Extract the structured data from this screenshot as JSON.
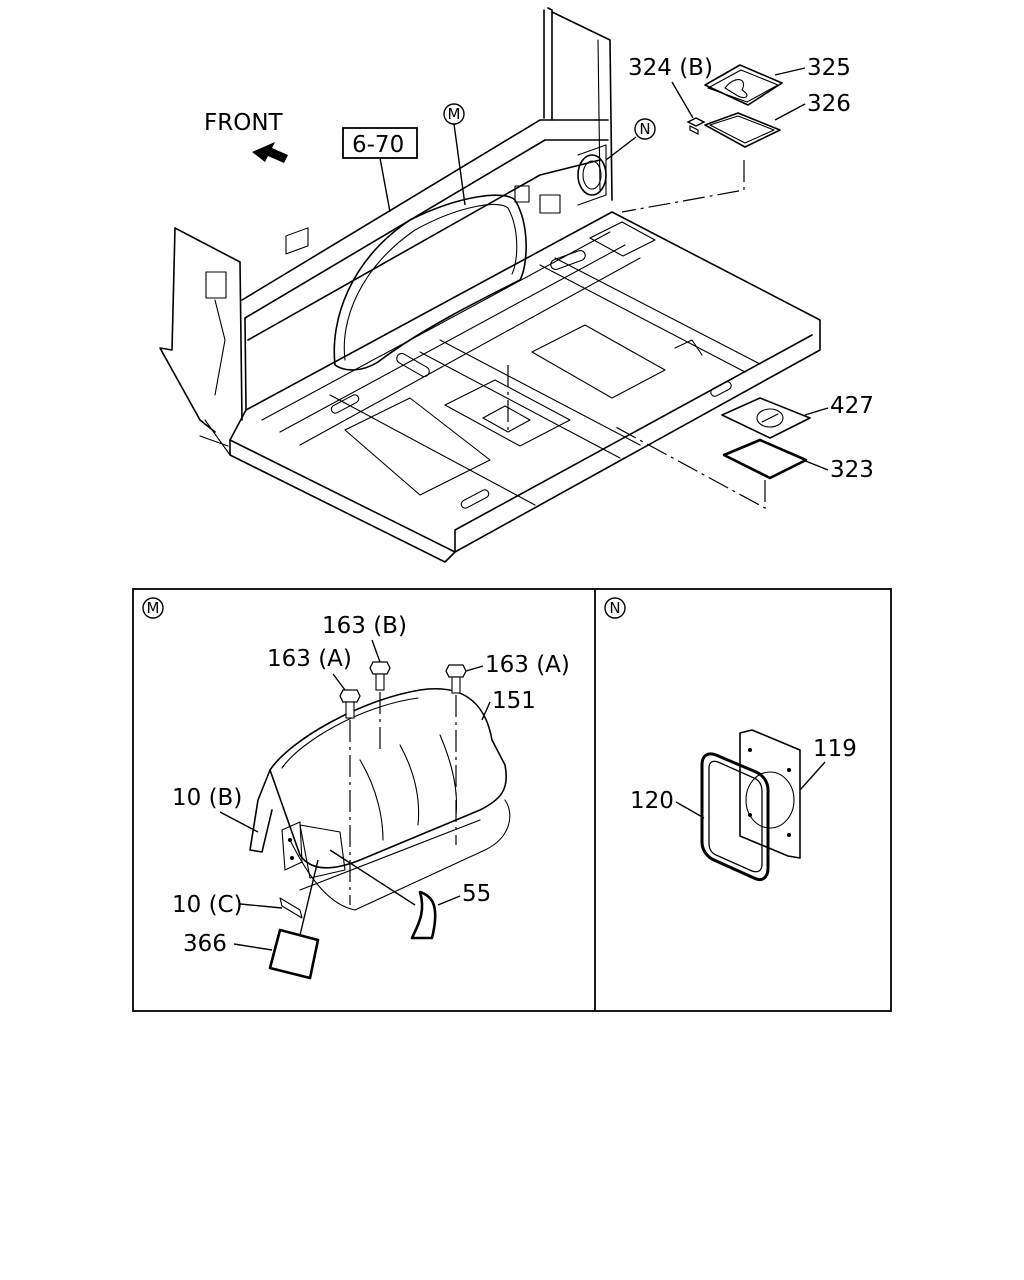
{
  "diagram": {
    "front_label": "FRONT",
    "ref_box": "6-70",
    "callouts": {
      "M": "M",
      "N": "N"
    },
    "top_parts": {
      "p324b": "324 (B)",
      "p325": "325",
      "p326": "326",
      "p427": "427",
      "p323": "323"
    },
    "panel_m": {
      "marker": "M",
      "p163b": "163 (B)",
      "p163a_left": "163 (A)",
      "p163a_right": "163 (A)",
      "p151": "151",
      "p10b": "10 (B)",
      "p10c": "10 (C)",
      "p366": "366",
      "p55": "55"
    },
    "panel_n": {
      "marker": "N",
      "p119": "119",
      "p120": "120"
    }
  }
}
